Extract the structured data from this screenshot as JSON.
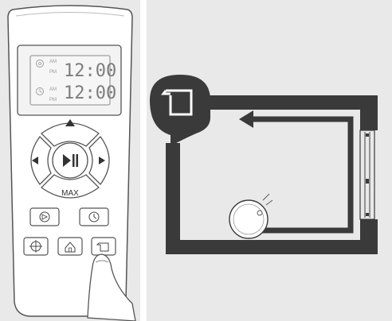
{
  "remote": {
    "display": {
      "row1": {
        "am": "AM",
        "pm": "PM",
        "time": "12:00",
        "icon": "clock-settings-icon"
      },
      "row2": {
        "am": "AM",
        "pm": "PM",
        "time": "12:00",
        "icon": "clock-icon"
      }
    },
    "dpad": {
      "up_icon": "triangle-up-icon",
      "down_label": "MAX",
      "left_icon": "triangle-left-icon",
      "right_icon": "triangle-right-icon",
      "center_icon": "play-pause-icon"
    },
    "buttons": [
      {
        "name": "spot-clean-button",
        "icon": "spot-icon"
      },
      {
        "name": "schedule-button",
        "icon": "clock-icon"
      },
      {
        "name": "target-button",
        "icon": "crosshair-icon"
      },
      {
        "name": "home-button",
        "icon": "house-icon"
      },
      {
        "name": "edge-clean-button",
        "icon": "edge-clean-icon"
      }
    ]
  },
  "illustration": {
    "mode_icon": "edge-clean-icon",
    "colors": {
      "wall": "#3a3a3a",
      "background": "#e9e9e9",
      "robot": "#ffffff"
    }
  }
}
